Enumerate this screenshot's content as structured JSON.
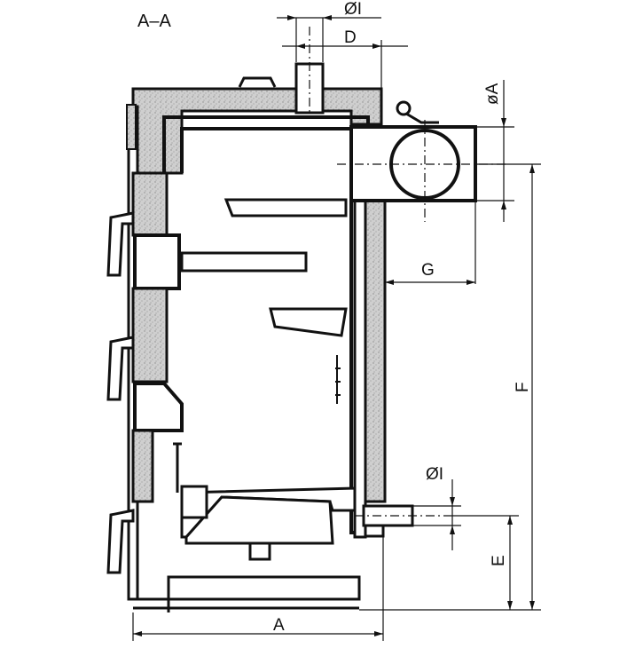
{
  "section_title": "A–A",
  "dimensions": {
    "pipe_diameter_top": "ØI",
    "D": "D",
    "flue_diameter": "øA",
    "G": "G",
    "F": "F",
    "pipe_diameter_bottom": "ØI",
    "E": "E",
    "A": "A"
  },
  "colors": {
    "line": "#111111",
    "insulation": "#c8c8c8",
    "background": "#ffffff"
  }
}
